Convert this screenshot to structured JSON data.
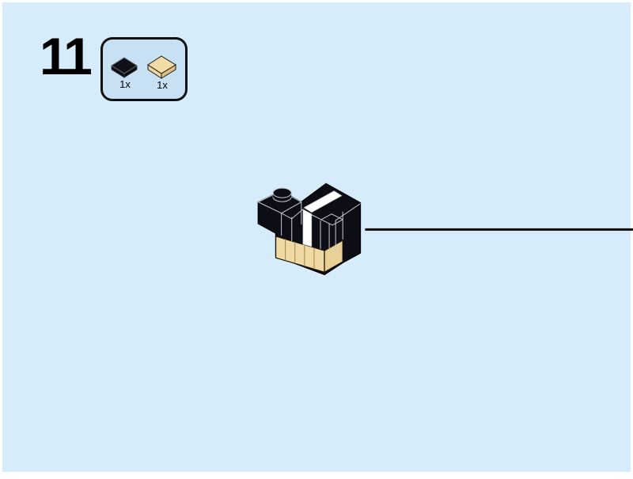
{
  "page": {
    "background_color": "#d7ecfa",
    "frame_color": "#ffffff"
  },
  "step": {
    "number": "11"
  },
  "parts_box": {
    "border_color": "#111111",
    "fill_color": "#c7e0f3",
    "parts": [
      {
        "name": "black-tile-1x1",
        "qty_label": "1x",
        "color": "#0d0d15"
      },
      {
        "name": "tan-tile-1x1",
        "qty_label": "1x",
        "color": "#f0d9a3"
      }
    ]
  },
  "assembly": {
    "description": "Isometric LEGO sub-assembly: black upper block with white stripe over top and front, black 1x1 brick with stud at upper left, tan brick layer at bottom",
    "colors": {
      "black": "#0d0d15",
      "tan": "#f0d9a3",
      "tan_shade": "#e9d096",
      "white": "#ffffff",
      "edge_light": "#c4c9d6",
      "edge_dark": "#15120a",
      "tan_seam": "#9c8757"
    }
  },
  "callout_line": {
    "color": "#0a0a0a",
    "thickness": 3
  }
}
